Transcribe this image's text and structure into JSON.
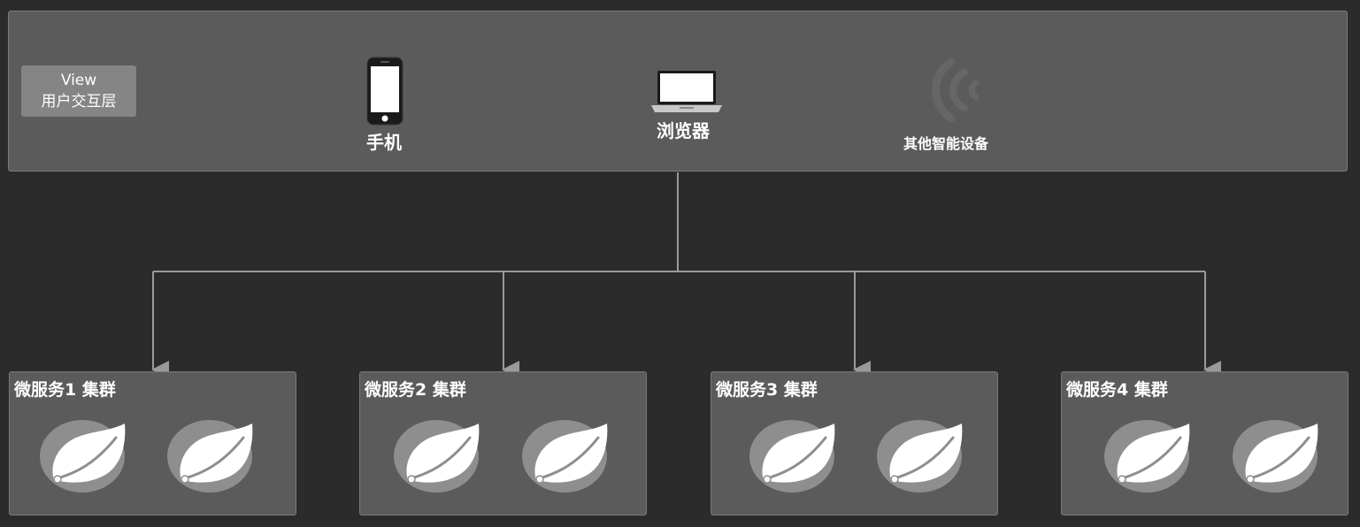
{
  "view_layer": {
    "label_line1": "View",
    "label_line2": "用户交互层"
  },
  "devices": {
    "phone": {
      "label": "手机",
      "icon": "phone-icon"
    },
    "browser": {
      "label": "浏览器",
      "icon": "laptop-icon"
    },
    "other": {
      "label": "其他智能设备",
      "icon": "wireless-signal-icon"
    }
  },
  "clusters": [
    {
      "title": "微服务1 集群",
      "nodes": [
        "spring-leaf-icon",
        "spring-leaf-icon"
      ]
    },
    {
      "title": "微服务2 集群",
      "nodes": [
        "spring-leaf-icon",
        "spring-leaf-icon"
      ]
    },
    {
      "title": "微服务3 集群",
      "nodes": [
        "spring-leaf-icon",
        "spring-leaf-icon"
      ]
    },
    {
      "title": "微服务4 集群",
      "nodes": [
        "spring-leaf-icon",
        "spring-leaf-icon"
      ]
    }
  ],
  "colors": {
    "background": "#2b2b2b",
    "panel": "#5b5b5b",
    "panel_border": "#7a7a7a",
    "label_box": "#858585",
    "connector": "#9a9a9a",
    "leaf_circle": "#8e8e8e"
  }
}
